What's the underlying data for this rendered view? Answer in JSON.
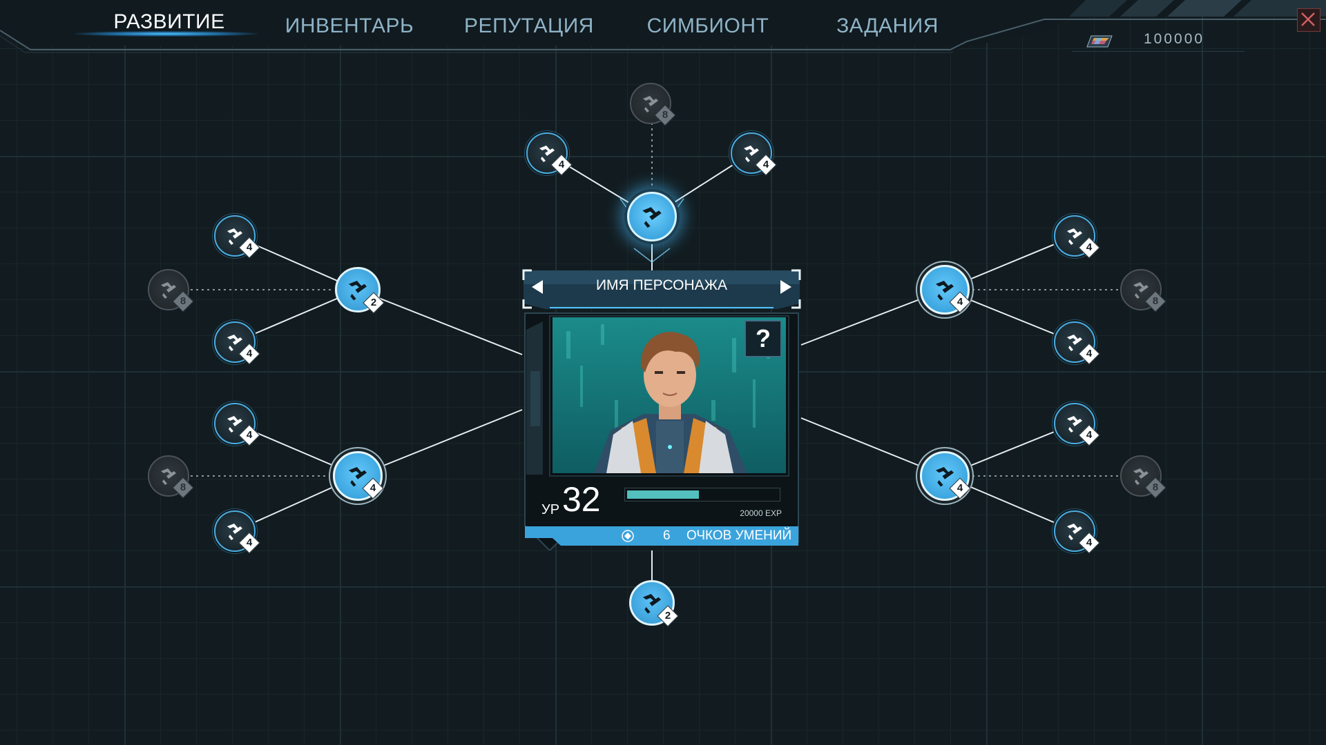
{
  "tabs": [
    {
      "label": "РАЗВИТИЕ",
      "active": true
    },
    {
      "label": "ИНВЕНТАРЬ",
      "active": false
    },
    {
      "label": "РЕПУТАЦИЯ",
      "active": false
    },
    {
      "label": "СИМБИОНТ",
      "active": false
    },
    {
      "label": "ЗАДАНИЯ",
      "active": false
    }
  ],
  "currency": {
    "value": "100000",
    "icon": "crystal-icon"
  },
  "close": {
    "icon": "close-icon"
  },
  "character": {
    "name": "ИМЯ ПЕРСОНАЖА",
    "help": "?",
    "level_label": "УР",
    "level": "32",
    "exp_text": "20000 EXP",
    "exp_progress": 0.48,
    "skill_points": "6",
    "skill_points_label": "ОЧКОВ УМЕНИЙ"
  },
  "skill_nodes": {
    "top_hub": {
      "badge": "",
      "state": "active"
    },
    "top_locked": {
      "badge": "8",
      "state": "locked"
    },
    "top_left": {
      "badge": "4",
      "state": "available"
    },
    "top_right": {
      "badge": "4",
      "state": "available"
    },
    "left_upper_hub": {
      "badge": "2",
      "state": "active"
    },
    "left_upper_a": {
      "badge": "4",
      "state": "available"
    },
    "left_upper_b": {
      "badge": "4",
      "state": "available"
    },
    "left_upper_locked": {
      "badge": "8",
      "state": "locked"
    },
    "left_lower_hub": {
      "badge": "4",
      "state": "active"
    },
    "left_lower_a": {
      "badge": "4",
      "state": "available"
    },
    "left_lower_b": {
      "badge": "4",
      "state": "available"
    },
    "left_lower_locked": {
      "badge": "8",
      "state": "locked"
    },
    "right_upper_hub": {
      "badge": "4",
      "state": "active"
    },
    "right_upper_a": {
      "badge": "4",
      "state": "available"
    },
    "right_upper_b": {
      "badge": "4",
      "state": "available"
    },
    "right_upper_locked": {
      "badge": "8",
      "state": "locked"
    },
    "right_lower_hub": {
      "badge": "4",
      "state": "active"
    },
    "right_lower_a": {
      "badge": "4",
      "state": "available"
    },
    "right_lower_b": {
      "badge": "4",
      "state": "available"
    },
    "right_lower_locked": {
      "badge": "8",
      "state": "locked"
    },
    "bottom_hub": {
      "badge": "2",
      "state": "active"
    }
  },
  "colors": {
    "accent": "#3aa4dd",
    "accent_light": "#6fd0ff",
    "xp": "#53c0bd",
    "locked": "#4b5358",
    "background": "#121c20"
  }
}
